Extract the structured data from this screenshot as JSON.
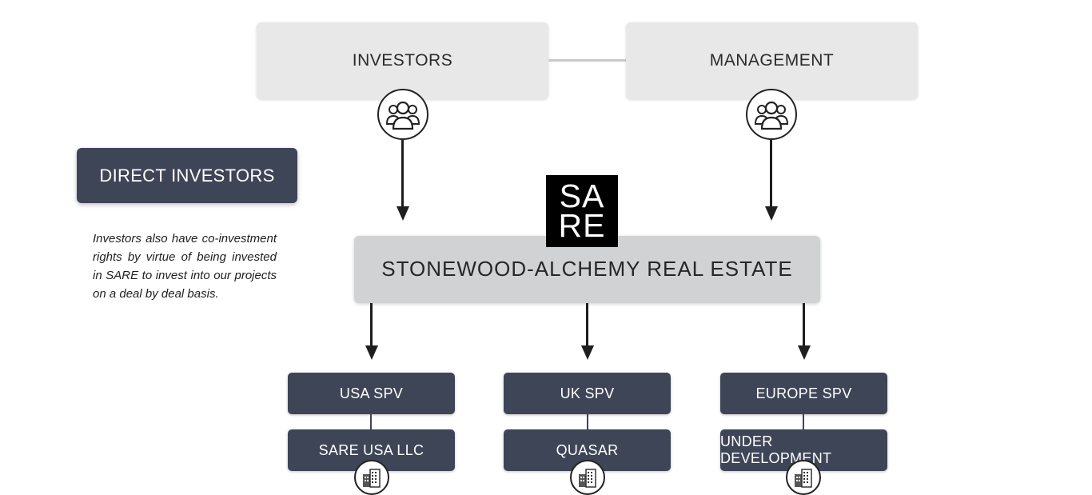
{
  "top": {
    "investors_label": "INVESTORS",
    "management_label": "MANAGEMENT"
  },
  "direct": {
    "title": "DIRECT INVESTORS",
    "description": "Investors also have co-investment rights by virtue of being invested in SARE to invest into our projects on a deal by deal basis."
  },
  "logo": {
    "line1": "SA",
    "line2": "RE"
  },
  "main": {
    "label": "STONEWOOD-ALCHEMY REAL ESTATE"
  },
  "spvs": [
    {
      "label": "USA SPV",
      "entity": "SARE USA LLC"
    },
    {
      "label": "UK SPV",
      "entity": "QUASAR"
    },
    {
      "label": "EUROPE SPV",
      "entity": "UNDER DEVELOPMENT"
    }
  ],
  "icons": {
    "people": "people-group-icon",
    "building": "building-icon"
  },
  "colors": {
    "dark_box": "#3e4557",
    "light_box": "#e8e8e9",
    "main_box": "#d1d2d4",
    "logo_bg": "#000000",
    "arrow": "#1e1e1e"
  }
}
